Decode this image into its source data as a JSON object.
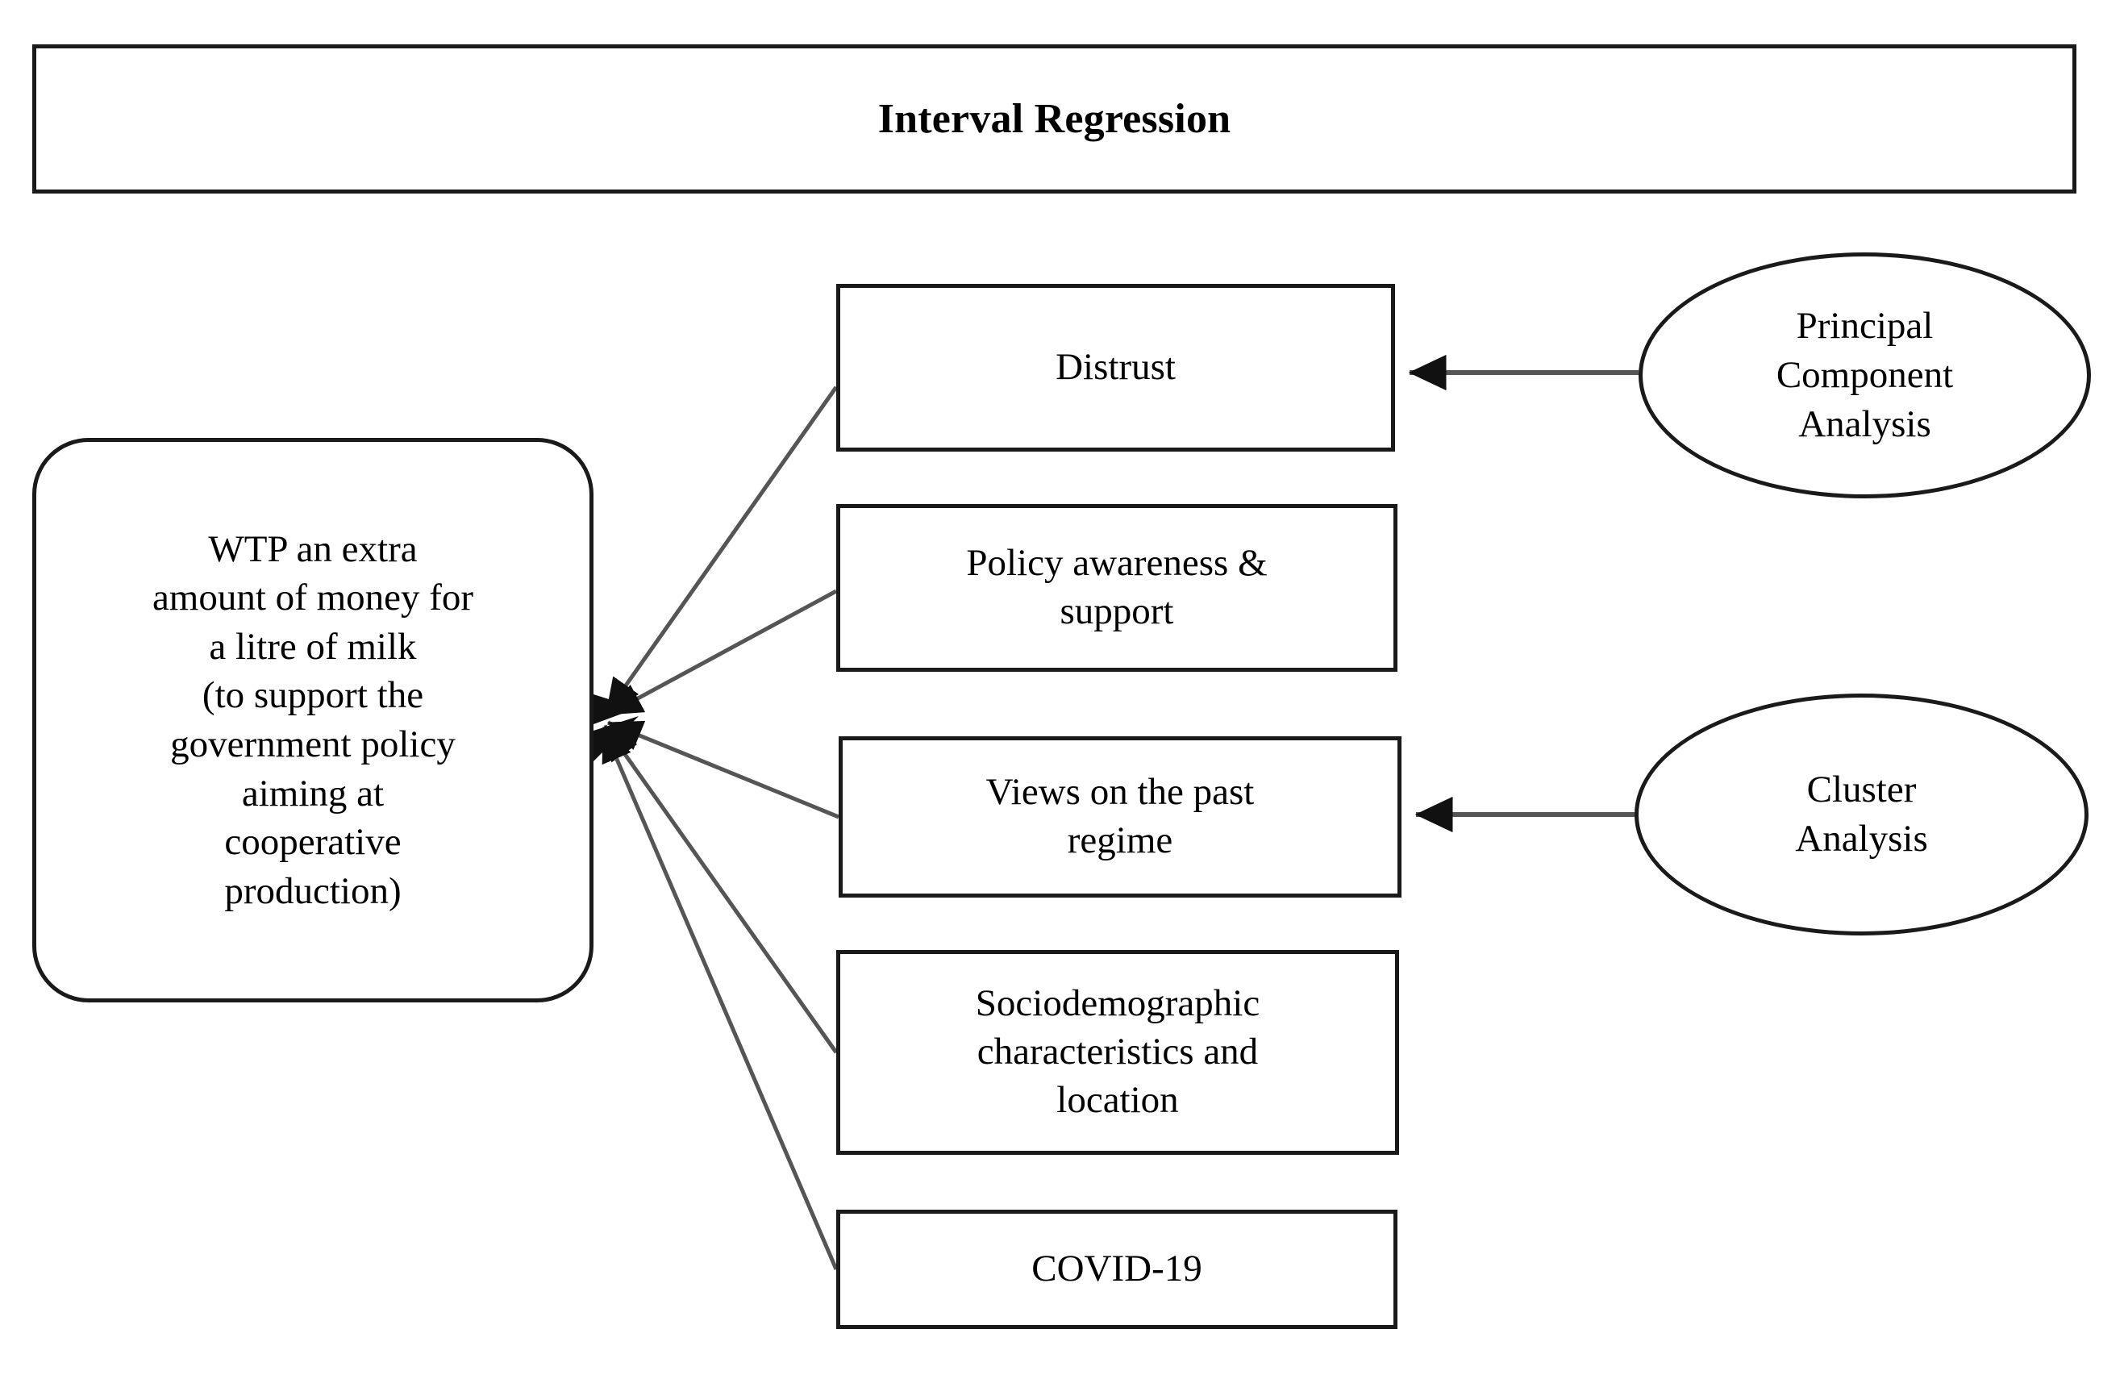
{
  "title": {
    "text": "Interval Regression"
  },
  "source_node": {
    "name": "wtp-node",
    "text": "WTP an extra\namount of money  for\na litre of milk\n(to support the\ngovernment  policy\naiming at\ncooperative\nproduction)"
  },
  "factors": [
    {
      "id": "distrust",
      "label": "Distrust"
    },
    {
      "id": "policy",
      "label": "Policy awareness &\nsupport"
    },
    {
      "id": "regime",
      "label": "Views on the past\nregime"
    },
    {
      "id": "sociodemo",
      "label": "Sociodemographic\ncharacteristics and\nlocation"
    },
    {
      "id": "covid",
      "label": "COVID-19"
    }
  ],
  "methods": [
    {
      "id": "pca",
      "label": "Principal\nComponent\nAnalysis"
    },
    {
      "id": "cluster",
      "label": "Cluster\nAnalysis"
    }
  ],
  "connections": {
    "fan_target_label": "wtp-node",
    "fan_sources": [
      "distrust",
      "policy",
      "regime",
      "sociodemo",
      "covid"
    ],
    "method_links": [
      {
        "from": "pca",
        "to": "distrust"
      },
      {
        "from": "cluster",
        "to": "regime"
      }
    ]
  },
  "colors": {
    "stroke": "#1a1a1a",
    "line": "#555555",
    "background": "#ffffff",
    "text": "#000000"
  }
}
